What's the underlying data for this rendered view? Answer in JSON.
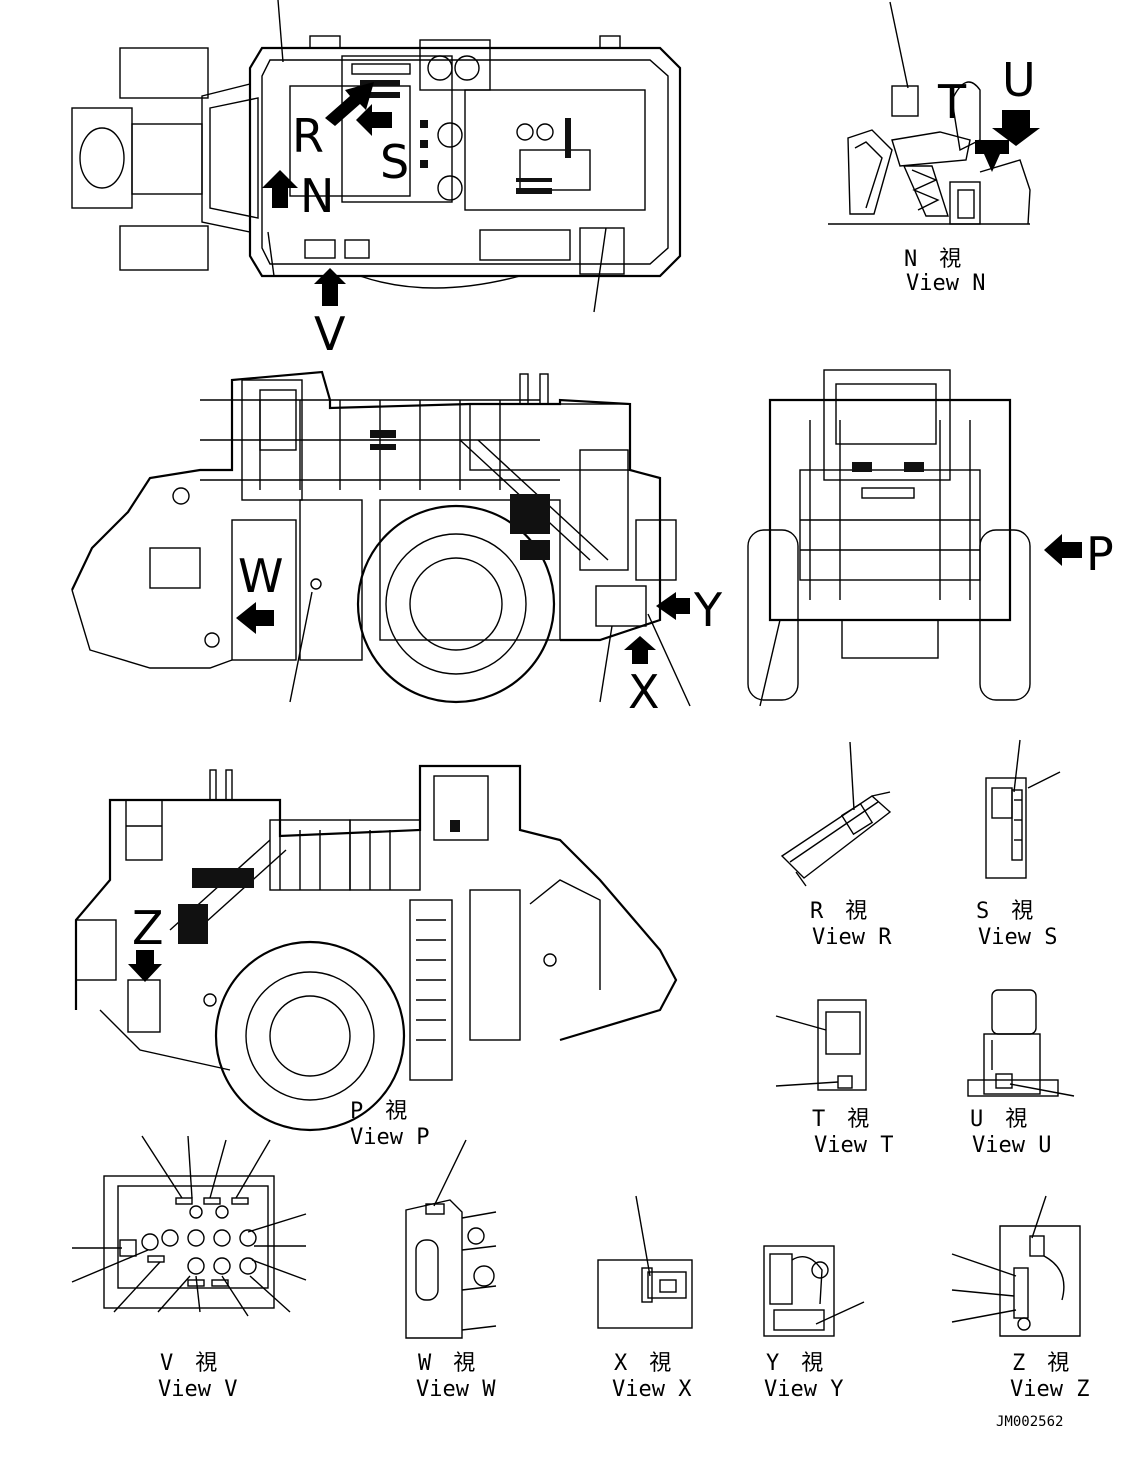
{
  "callout_letters": {
    "R": "R",
    "S": "S",
    "N": "N",
    "T": "T",
    "U": "U",
    "V": "V",
    "W": "W",
    "X": "X",
    "Y": "Y",
    "P": "P",
    "Z": "Z"
  },
  "view_captions": {
    "N": {
      "jp": "N　視",
      "en": "View N"
    },
    "R": {
      "jp": "R　視",
      "en": "View R"
    },
    "S": {
      "jp": "S　視",
      "en": "View S"
    },
    "P": {
      "jp": "P　視",
      "en": "View P"
    },
    "T": {
      "jp": "T　視",
      "en": "View T"
    },
    "U": {
      "jp": "U　視",
      "en": "View U"
    },
    "V": {
      "jp": "V　視",
      "en": "View V"
    },
    "W": {
      "jp": "W　視",
      "en": "View W"
    },
    "X": {
      "jp": "X　視",
      "en": "View X"
    },
    "Y": {
      "jp": "Y　視",
      "en": "View Y"
    },
    "Z": {
      "jp": "Z　視",
      "en": "View Z"
    }
  },
  "drawing_number": "JM002562",
  "colors": {
    "line": "#000000",
    "background": "#ffffff"
  }
}
